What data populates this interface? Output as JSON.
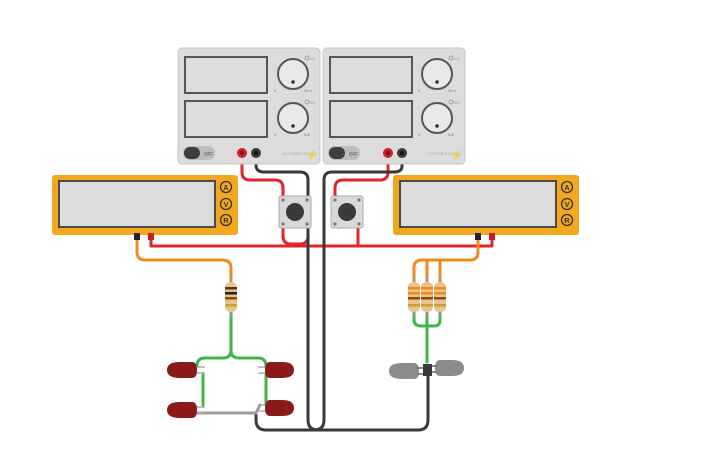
{
  "power_supplies": [
    {
      "voltage_knob_min": "0",
      "voltage_knob_max": "30 V",
      "current_knob_min": "0",
      "current_knob_max": "5 A",
      "voltage_indicator": "CV",
      "current_indicator": "CC",
      "power_switch_label": "OFF",
      "brand_label": "DC POWER SUPPLY"
    },
    {
      "voltage_knob_min": "0",
      "voltage_knob_max": "30 V",
      "current_knob_min": "0",
      "current_knob_max": "5 A",
      "voltage_indicator": "CV",
      "current_indicator": "CC",
      "power_switch_label": "OFF",
      "brand_label": "DC POWER SUPPLY"
    }
  ],
  "multimeters": [
    {
      "mode_buttons": [
        "A",
        "V",
        "R"
      ]
    },
    {
      "mode_buttons": [
        "A",
        "V",
        "R"
      ]
    }
  ],
  "colors": {
    "wire_red": "#e0262b",
    "wire_black": "#3a3a3a",
    "wire_orange": "#ef8a1f",
    "wire_green": "#3fb54a",
    "multimeter_body": "#f2a81d",
    "led_red": "#8b1a1a",
    "led_off": "#8c8c8c"
  }
}
